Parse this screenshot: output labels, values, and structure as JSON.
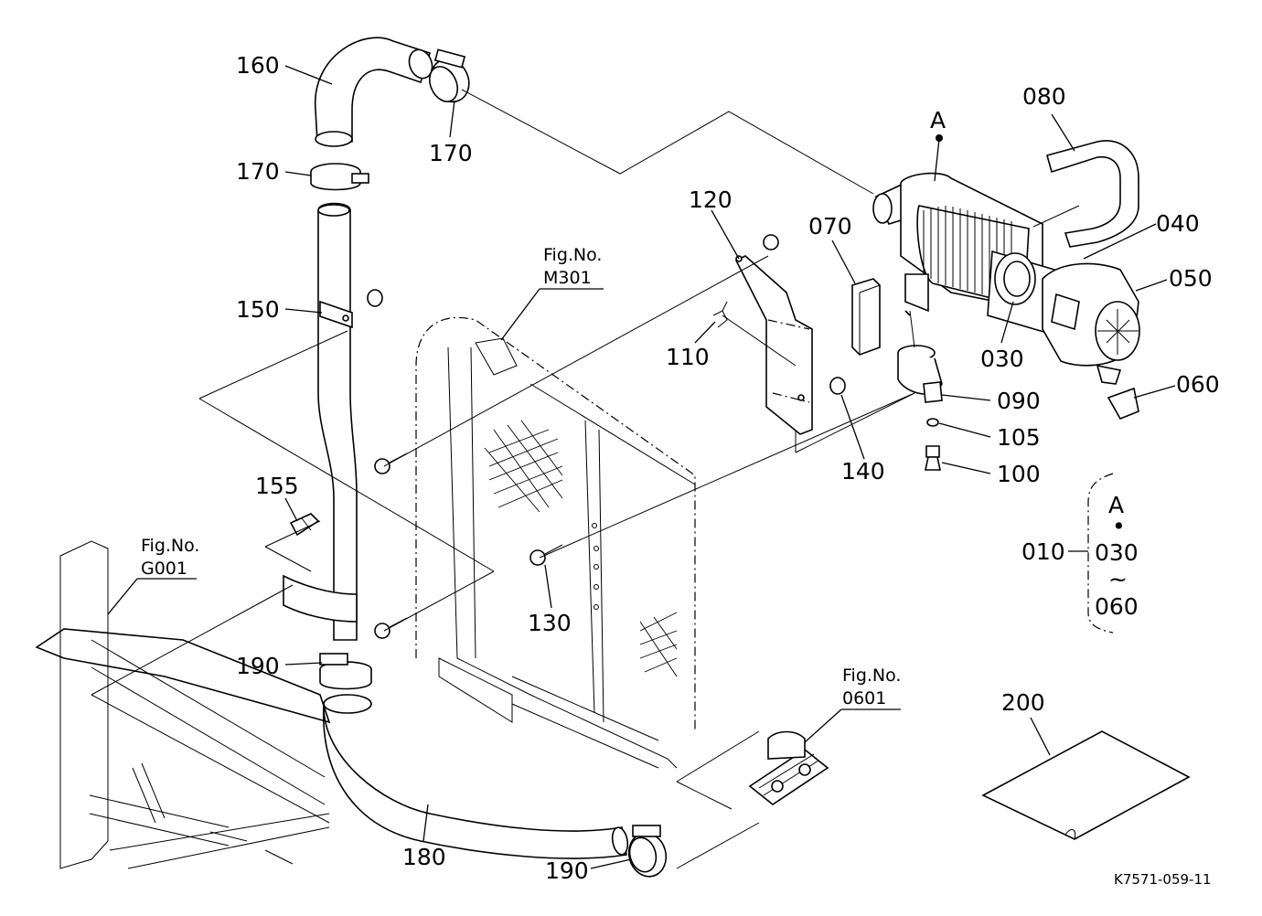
{
  "diagram": {
    "labels": {
      "p010": "010",
      "p030": "030",
      "p040": "040",
      "p050": "050",
      "p060": "060",
      "p070": "070",
      "p080": "080",
      "p090": "090",
      "p100": "100",
      "p105": "105",
      "p110": "110",
      "p120": "120",
      "p130": "130",
      "p140": "140",
      "p150": "150",
      "p155": "155",
      "p160": "160",
      "p170a": "170",
      "p170b": "170",
      "p180": "180",
      "p190a": "190",
      "p190b": "190",
      "p200": "200",
      "markerA": "A"
    },
    "figure_refs": [
      {
        "line1": "Fig.No.",
        "line2": "M301"
      },
      {
        "line1": "Fig.No.",
        "line2": "G001"
      },
      {
        "line1": "Fig.No.",
        "line2": "0601"
      }
    ],
    "assembly_note": {
      "letter": "A",
      "bullet": "•",
      "from": "030",
      "tilde": "~",
      "to": "060"
    },
    "drawing_code": "K7571-059-11"
  }
}
